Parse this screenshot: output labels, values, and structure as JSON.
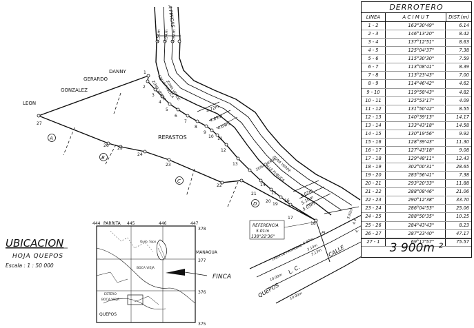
{
  "derrotero": {
    "title": "DERROTERO",
    "headers": {
      "linea": "LINEA",
      "acimut": "A C I M U T",
      "dist": "DIST.(m)"
    },
    "rows": [
      {
        "linea": "1 - 2",
        "acimut": "163°30'49\"",
        "dist": "6.14"
      },
      {
        "linea": "2 - 3",
        "acimut": "146°13'20\"",
        "dist": "8.42"
      },
      {
        "linea": "3 - 4",
        "acimut": "137°12'51\"",
        "dist": "8.63"
      },
      {
        "linea": "4 - 5",
        "acimut": "125°04'37\"",
        "dist": "7.38"
      },
      {
        "linea": "5 - 6",
        "acimut": "115°30'30\"",
        "dist": "7.59"
      },
      {
        "linea": "6 - 7",
        "acimut": "113°08'41\"",
        "dist": "8.39"
      },
      {
        "linea": "7 - 8",
        "acimut": "113°23'43\"",
        "dist": "7.00"
      },
      {
        "linea": "8 - 9",
        "acimut": "114°46'42\"",
        "dist": "4.62"
      },
      {
        "linea": "9 - 10",
        "acimut": "119°58'43\"",
        "dist": "4.82"
      },
      {
        "linea": "10 - 11",
        "acimut": "125°53'17\"",
        "dist": "4.09"
      },
      {
        "linea": "11 - 12",
        "acimut": "131°50'42\"",
        "dist": "8.55"
      },
      {
        "linea": "12 - 13",
        "acimut": "140°39'13\"",
        "dist": "14.17"
      },
      {
        "linea": "13 - 14",
        "acimut": "133°43'18\"",
        "dist": "14.58"
      },
      {
        "linea": "14 - 15",
        "acimut": "130°19'56\"",
        "dist": "9.92"
      },
      {
        "linea": "15 - 16",
        "acimut": "128°39'43\"",
        "dist": "11.30"
      },
      {
        "linea": "16 - 17",
        "acimut": "127°43'18\"",
        "dist": "9.08"
      },
      {
        "linea": "17 - 18",
        "acimut": "129°48'11\"",
        "dist": "12.43"
      },
      {
        "linea": "18 - 19",
        "acimut": "302°00'31\"",
        "dist": "28.65"
      },
      {
        "linea": "19 - 20",
        "acimut": "285°56'41\"",
        "dist": "7.38"
      },
      {
        "linea": "20 - 21",
        "acimut": "293°20'33\"",
        "dist": "11.88"
      },
      {
        "linea": "21 - 22",
        "acimut": "288°08'46\"",
        "dist": "21.06"
      },
      {
        "linea": "22 - 23",
        "acimut": "290°12'38\"",
        "dist": "33.70"
      },
      {
        "linea": "23 - 24",
        "acimut": "286°04'53\"",
        "dist": "25.06"
      },
      {
        "linea": "24 - 25",
        "acimut": "288°50'35\"",
        "dist": "10.25"
      },
      {
        "linea": "25 - 26",
        "acimut": "284°43'43\"",
        "dist": "8.23"
      },
      {
        "linea": "26 - 27",
        "acimut": "287°23'40\"",
        "dist": "47.17"
      },
      {
        "linea": "27 - 1",
        "acimut": "69°17'57\"",
        "dist": "75.57"
      }
    ],
    "area": "3 900m ²"
  },
  "plan": {
    "road_name": "A FINCAS",
    "road_widths_top": [
      "4.54m",
      "4.94m",
      "4.92m"
    ],
    "road_widths_mid": [
      "4.72m",
      "4.65m",
      "4.64m"
    ],
    "road_widths_right": [
      "5.07m",
      "5.10m",
      "5.03m"
    ],
    "zona_verde": "ZONA VERDE",
    "calle_publica": "CALLE PUBLICA",
    "neighbors": [
      "DANNY",
      "GERARDO",
      "GONZALEZ",
      "LEON",
      "REPASTOS"
    ],
    "lot_letters": [
      "A",
      "B",
      "C",
      "D"
    ],
    "vertex_labels": [
      "1",
      "2",
      "3",
      "4",
      "5",
      "6",
      "7",
      "8",
      "9",
      "10",
      "11",
      "12",
      "13",
      "14",
      "15",
      "16",
      "17",
      "18",
      "19",
      "20",
      "21",
      "22",
      "23",
      "24",
      "25",
      "26",
      "27"
    ],
    "referencia": {
      "label": "REFERENCIA",
      "dist": "5.01m",
      "angle": "138°22'36\""
    },
    "pi_label": "PI",
    "quepos_label": "QUEPOS",
    "lc_label": "L. C.",
    "calle_label": "CALLE",
    "linea_propiedad": "LINEA DE PROPIEDAD",
    "street_widths": [
      "6.87m",
      "3.14m",
      "3.13m",
      "10.00m",
      "10.00m"
    ],
    "right_edge_dims": [
      "5.92m",
      "4.4",
      "4."
    ]
  },
  "ubicacion": {
    "title": "UBICACION",
    "hoja": "HOJA QUEPOS",
    "escala": "Escala : 1 : 50 000",
    "map_top_labels": [
      "444",
      "PARRITA",
      "445",
      "446",
      "447"
    ],
    "map_right_labels": [
      "378",
      "MANAGUA",
      "377",
      "376",
      "375"
    ],
    "map_places": [
      "Queb. Sapo",
      "BOCA VIEJA",
      "ESTERO",
      "BOCA VIEJA",
      "QUEPOS"
    ],
    "finca_label": "FINCA"
  }
}
